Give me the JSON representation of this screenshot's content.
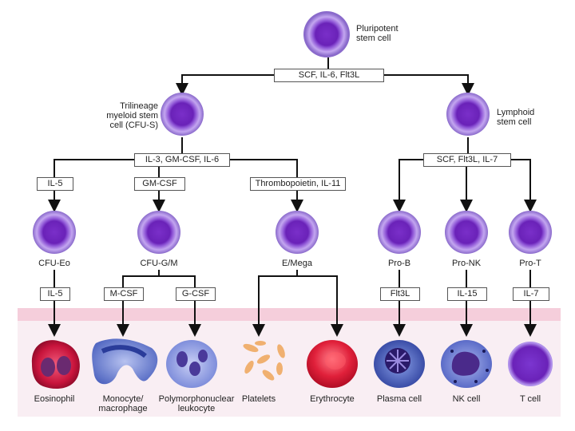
{
  "stem": {
    "name": "Pluripotent\nstem cell",
    "factors": "SCF, IL-6, Flt3L"
  },
  "myeloid": {
    "name": "Trilineage\nmyeloid stem\ncell (CFU-S)",
    "factors": "IL-3, GM-CSF, IL-6"
  },
  "lymphoid": {
    "name": "Lymphoid\nstem cell",
    "factors": "SCF, Flt3L, IL-7"
  },
  "level2_factors": {
    "eo": "IL-5",
    "gm": "GM-CSF",
    "mega": "Thrombopoietin, IL-11"
  },
  "progenitors": {
    "eo": "CFU-Eo",
    "gm": "CFU-G/M",
    "mega": "E/Mega",
    "prob": "Pro-B",
    "pronk": "Pro-NK",
    "prot": "Pro-T"
  },
  "level3_factors": {
    "eo": "IL-5",
    "mcsf": "M-CSF",
    "gcsf": "G-CSF",
    "b": "Flt3L",
    "nk": "IL-15",
    "t": "IL-7"
  },
  "mature": {
    "eosinophil": "Eosinophil",
    "monocyte": "Monocyte/\nmacrophage",
    "pmn": "Polymorphonuclear\nleukocyte",
    "platelets": "Platelets",
    "erythrocyte": "Erythrocyte",
    "plasma": "Plasma cell",
    "nk": "NK cell",
    "t": "T cell"
  },
  "colors": {
    "stem_cell": "#7a2fc9",
    "band": "#f5cedb",
    "eosinophil": "#c8143c",
    "erythrocyte": "#e0203a",
    "platelets": "#f0b070",
    "monocyte": "#6a7fd0"
  }
}
